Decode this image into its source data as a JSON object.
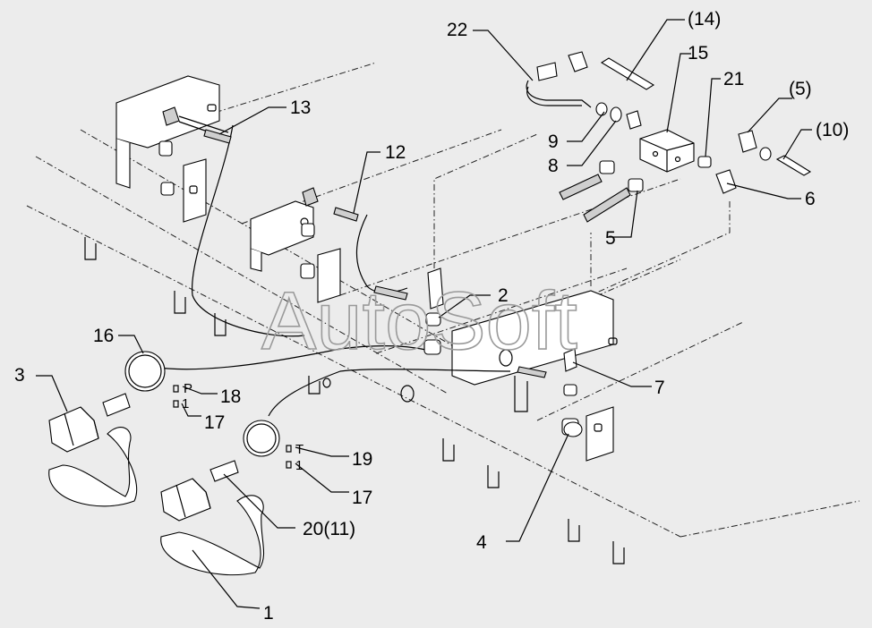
{
  "diagram": {
    "watermark": "AutoSoft",
    "labels": {
      "l1": "1",
      "l2": "2",
      "l3": "3",
      "l4": "4",
      "l5": "5",
      "l5p": "(5)",
      "l6": "6",
      "l7": "7",
      "l8": "8",
      "l9": "9",
      "l10p": "(10)",
      "l12": "12",
      "l13": "13",
      "l14p": "(14)",
      "l15": "15",
      "l16": "16",
      "l17a": "17",
      "l17b": "17",
      "l18": "18",
      "l19": "19",
      "l20": "20(11)",
      "l21": "21",
      "l22": "22"
    },
    "marks": {
      "p": "P",
      "t": "T",
      "one_a": "1",
      "one_b": "1"
    }
  }
}
